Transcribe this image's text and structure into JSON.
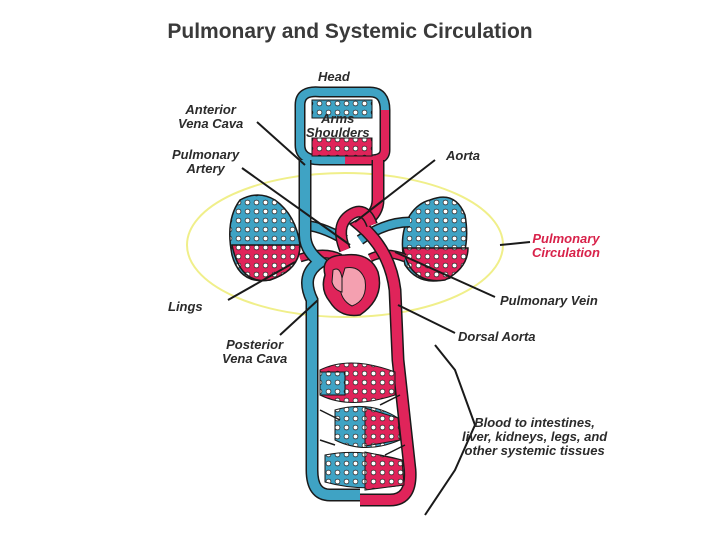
{
  "title": "Pulmonary and Systemic Circulation",
  "colors": {
    "oxygenated": "#e0245a",
    "deoxygenated": "#3fa3c4",
    "outline": "#1a1a1a",
    "pulmonary_ellipse": "#f0ef8a",
    "pulmonary_label": "#d8224a",
    "heart_chamber": "#f4a0b0"
  },
  "labels": {
    "head": "Head",
    "anterior_vena_cava": [
      "Anterior",
      "Vena Cava"
    ],
    "arms_shoulders": [
      "Arms",
      "Shoulders"
    ],
    "aorta": "Aorta",
    "pulmonary_artery": [
      "Pulmonary",
      "Artery"
    ],
    "pulmonary_circulation": [
      "Pulmonary",
      "Circulation"
    ],
    "lungs": "Lings",
    "pulmonary_vein": "Pulmonary Vein",
    "posterior_vena_cava": [
      "Posterior",
      "Vena Cava"
    ],
    "dorsal_aorta": "Dorsal Aorta",
    "systemic_tissues": [
      "Blood to intestines,",
      "liver, kidneys, legs, and",
      "other systemic tissues"
    ]
  }
}
